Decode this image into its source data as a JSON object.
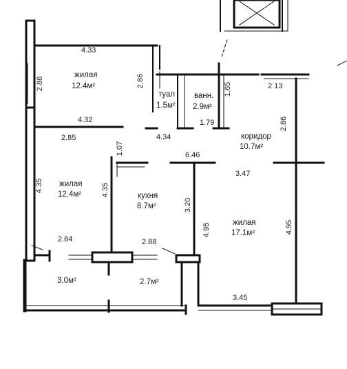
{
  "rooms": [
    {
      "name": "жилая",
      "area": "12.4м²"
    },
    {
      "name": "туал",
      "area": "1.5м²"
    },
    {
      "name": "ванн.",
      "area": "2.9м²"
    },
    {
      "name": "коридор",
      "area": "10.7м²"
    },
    {
      "name": "жилая",
      "area": "12.4м²"
    },
    {
      "name": "кухня",
      "area": "8.7м²"
    },
    {
      "name": "жилая",
      "area": "17.1м²"
    },
    {
      "name": "",
      "area": "3.0м²"
    },
    {
      "name": "",
      "area": "2.7м²"
    }
  ],
  "dimensions": [
    "4.33",
    "2.86",
    "2.86",
    "1.65",
    "2 13",
    "4.32",
    "2.85",
    "1.07",
    "4.34",
    "1.79",
    "2.86",
    "6.46",
    "3.47",
    "4.35",
    "4.35",
    "3.20",
    "4.95",
    "4.95",
    "2.84",
    "2.88",
    "3.45"
  ]
}
